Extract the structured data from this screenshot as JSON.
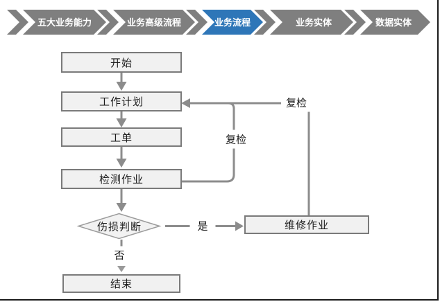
{
  "nav": {
    "items": [
      {
        "label": "五大业务能力",
        "active": false
      },
      {
        "label": "业务高级流程",
        "active": false
      },
      {
        "label": "业务流程",
        "active": true
      },
      {
        "label": "业务实体",
        "active": false
      },
      {
        "label": "数据实体",
        "active": false
      }
    ]
  },
  "flow": {
    "nodes": [
      {
        "id": "start",
        "type": "process",
        "label": "开始"
      },
      {
        "id": "work-plan",
        "type": "process",
        "label": "工作计划"
      },
      {
        "id": "work-order",
        "type": "process",
        "label": "工单"
      },
      {
        "id": "inspection",
        "type": "process",
        "label": "检测作业"
      },
      {
        "id": "damage-decision",
        "type": "decision",
        "label": "伤损判断"
      },
      {
        "id": "repair",
        "type": "process",
        "label": "维修作业"
      },
      {
        "id": "end",
        "type": "process",
        "label": "结束"
      }
    ],
    "edge_labels": {
      "recheck_inner": "复检",
      "recheck_outer": "复检",
      "yes": "是",
      "no": "否"
    }
  },
  "colors": {
    "nav_gray": "#7F7F7F",
    "nav_blue": "#2E76B8",
    "nav_text": "#FFFFFF",
    "node_fill": "#F1F1F1",
    "node_border": "#7A7A7A",
    "diamond_border": "#9C9C9C",
    "connector": "#8C8C8C",
    "label_text": "#1A1A1A",
    "frame_dark": "#1A1A1A"
  }
}
